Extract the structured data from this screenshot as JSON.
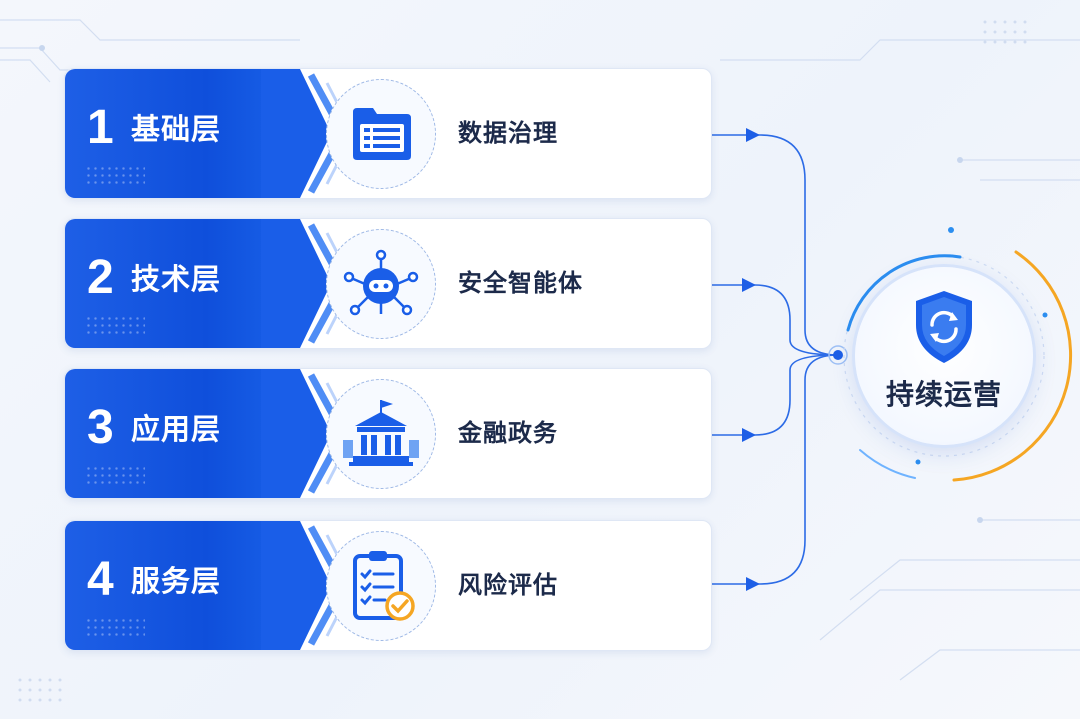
{
  "layers": [
    {
      "num": "1",
      "name": "基础层",
      "domain": "数据治理",
      "icon": "document-grid-icon"
    },
    {
      "num": "2",
      "name": "技术层",
      "domain": "安全智能体",
      "icon": "robot-network-icon"
    },
    {
      "num": "3",
      "name": "应用层",
      "domain": "金融政务",
      "icon": "government-building-icon"
    },
    {
      "num": "4",
      "name": "服务层",
      "domain": "风险评估",
      "icon": "clipboard-check-icon"
    }
  ],
  "hub": {
    "label": "持续运营",
    "icon": "shield-refresh-icon"
  },
  "colors": {
    "primary": "#1a5ee8",
    "accent": "#f5a623",
    "text": "#1c2a4a"
  }
}
